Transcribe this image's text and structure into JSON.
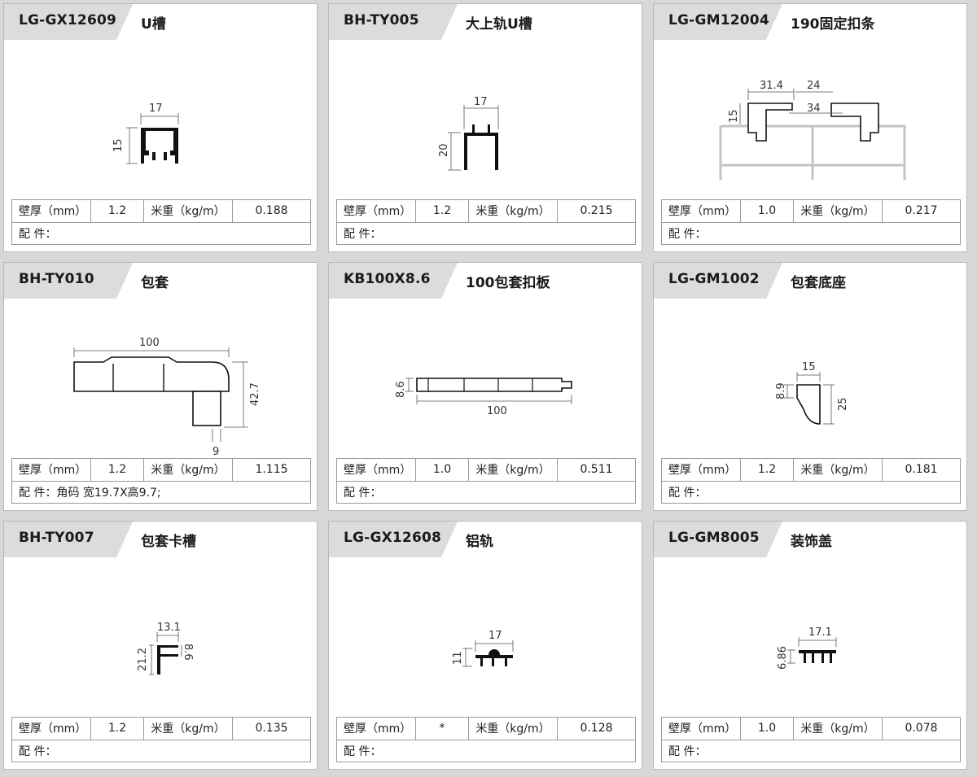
{
  "spec_labels": {
    "wall": "壁厚（mm）",
    "weight": "米重（kg/m）",
    "parts": "配 件："
  },
  "products": [
    {
      "code": "LG-GX12609",
      "name": "U槽",
      "wall": "1.2",
      "weight": "0.188",
      "parts": "",
      "dims": [
        "17",
        "15"
      ]
    },
    {
      "code": "BH-TY005",
      "name": "大上轨U槽",
      "wall": "1.2",
      "weight": "0.215",
      "parts": "",
      "dims": [
        "17",
        "20"
      ]
    },
    {
      "code": "LG-GM12004",
      "name": "190固定扣条",
      "wall": "1.0",
      "weight": "0.217",
      "parts": "",
      "dims": [
        "31.4",
        "24",
        "34",
        "15"
      ]
    },
    {
      "code": "BH-TY010",
      "name": "包套",
      "wall": "1.2",
      "weight": "1.115",
      "parts": "角码 宽19.7X高9.7;",
      "dims": [
        "100",
        "42.7",
        "9"
      ]
    },
    {
      "code": "KB100X8.6",
      "name": "100包套扣板",
      "wall": "1.0",
      "weight": "0.511",
      "parts": "",
      "dims": [
        "8.6",
        "100"
      ]
    },
    {
      "code": "LG-GM1002",
      "name": "包套底座",
      "wall": "1.2",
      "weight": "0.181",
      "parts": "",
      "dims": [
        "15",
        "8.9",
        "25"
      ]
    },
    {
      "code": "BH-TY007",
      "name": "包套卡槽",
      "wall": "1.2",
      "weight": "0.135",
      "parts": "",
      "dims": [
        "13.1",
        "21.2",
        "8.6"
      ]
    },
    {
      "code": "LG-GX12608",
      "name": "铝轨",
      "wall": "*",
      "weight": "0.128",
      "parts": "",
      "dims": [
        "17",
        "11"
      ]
    },
    {
      "code": "LG-GM8005",
      "name": "装饰盖",
      "wall": "1.0",
      "weight": "0.078",
      "parts": "",
      "dims": [
        "17.1",
        "6.86"
      ]
    }
  ]
}
